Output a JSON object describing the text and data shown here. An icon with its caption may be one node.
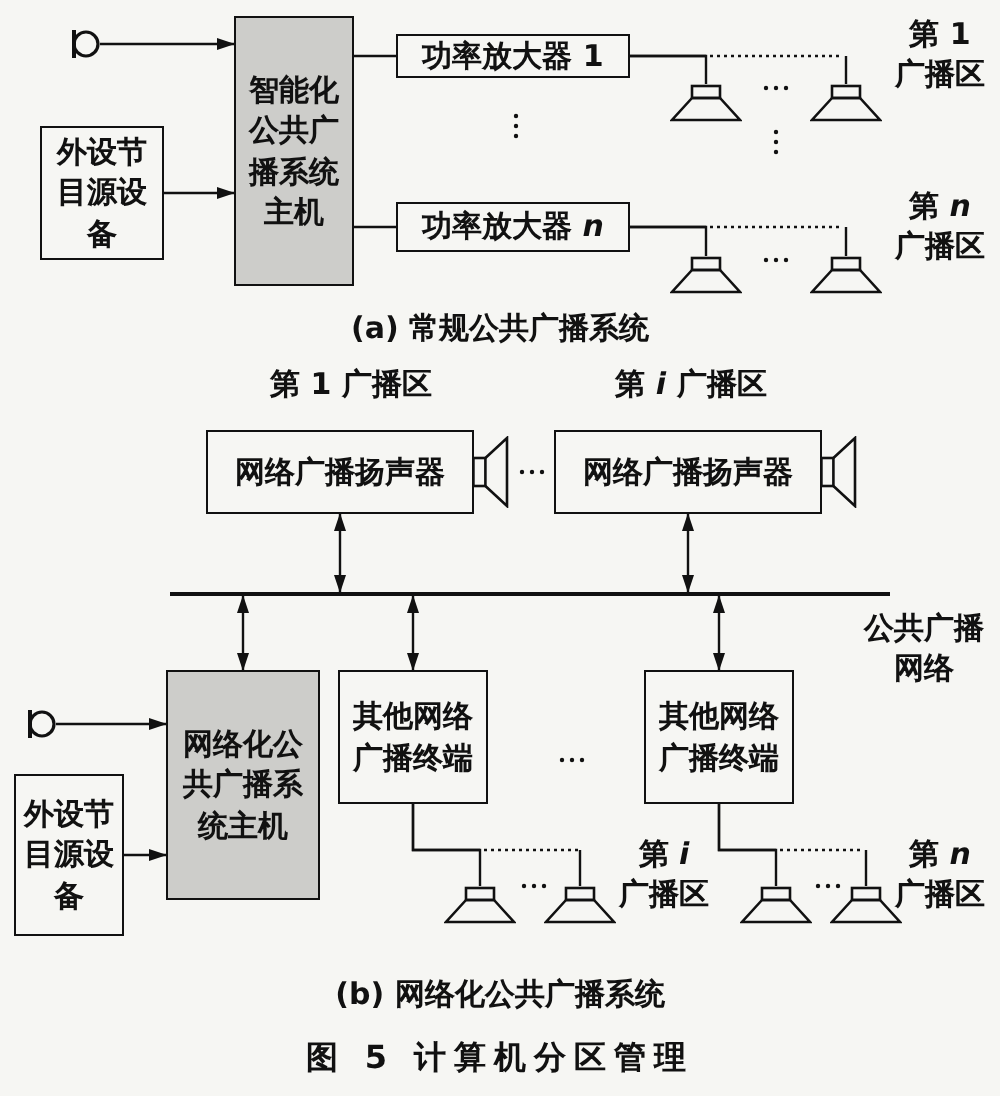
{
  "diagram": {
    "caption": "图 5 计算机分区管理",
    "nodes": [
      {
        "text": [],
        "shape": "microphone"
      },
      {
        "text": [
          "外设节目源设备"
        ]
      },
      {
        "text": [
          "智能化公共广播系统主机"
        ]
      },
      {
        "text": [
          "功率放大器 1"
        ]
      },
      {
        "text": [
          "功率放大器 *n*"
        ]
      },
      {
        "text": [],
        "shape": "speaker"
      },
      {
        "text": [],
        "shape": "speaker"
      },
      {
        "text": [],
        "shape": "speaker"
      },
      {
        "text": [],
        "shape": "speaker"
      },
      {
        "text": [
          "网络广播扬声器"
        ],
        "beside": [
          "第 1 广播区"
        ]
      },
      {
        "text": [
          "网络广播扬声器"
        ],
        "beside": [
          "第 *i* 广播区"
        ]
      },
      {
        "text": [],
        "shape": "bar",
        "beside": [
          "公共广播网络"
        ]
      },
      {
        "text": [],
        "shape": "microphone"
      },
      {
        "text": [
          "外设节目源设备"
        ]
      },
      {
        "text": [
          "网络化公共广播系统主机"
        ]
      },
      {
        "text": [
          "其他网络广播终端"
        ]
      },
      {
        "text": [
          "其他网络广播终端"
        ]
      },
      {
        "text": [],
        "shape": "speaker"
      },
      {
        "text": [],
        "shape": "speaker"
      },
      {
        "text": [],
        "shape": "speaker"
      },
      {
        "text": [],
        "shape": "speaker"
      }
    ],
    "edges": [
      {
        "from": 0,
        "to": 2,
        "arrow": "to"
      },
      {
        "from": 1,
        "to": 2,
        "arrow": "to"
      },
      {
        "from": 2,
        "to": 3,
        "arrow": "none"
      },
      {
        "from": 2,
        "to": 4,
        "arrow": "none"
      },
      {
        "from": 3,
        "to": 5,
        "arrow": "none"
      },
      {
        "from": 3,
        "to": 6,
        "arrow": "none",
        "style": "dashed"
      },
      {
        "from": 4,
        "to": 7,
        "arrow": "none"
      },
      {
        "from": 4,
        "to": 8,
        "arrow": "none",
        "style": "dashed"
      },
      {
        "from": 9,
        "to": 11,
        "arrow": "both"
      },
      {
        "from": 10,
        "to": 11,
        "arrow": "both"
      },
      {
        "from": 11,
        "to": 14,
        "arrow": "both"
      },
      {
        "from": 11,
        "to": 15,
        "arrow": "both"
      },
      {
        "from": 11,
        "to": 16,
        "arrow": "both"
      },
      {
        "from": 12,
        "to": 14,
        "arrow": "to"
      },
      {
        "from": 13,
        "to": 14,
        "arrow": "to"
      },
      {
        "from": 15,
        "to": 17,
        "arrow": "none"
      },
      {
        "from": 15,
        "to": 18,
        "arrow": "none",
        "style": "dashed"
      },
      {
        "from": 16,
        "to": 19,
        "arrow": "none"
      },
      {
        "from": 16,
        "to": 20,
        "arrow": "none",
        "style": "dashed"
      }
    ],
    "labels": [
      "第 1 广播区",
      "第 *n* 广播区",
      "(a) 常规公共广播系统",
      "第 *i* 广播区",
      "第 *n* 广播区",
      "(b) 网络化公共广播系统"
    ]
  }
}
